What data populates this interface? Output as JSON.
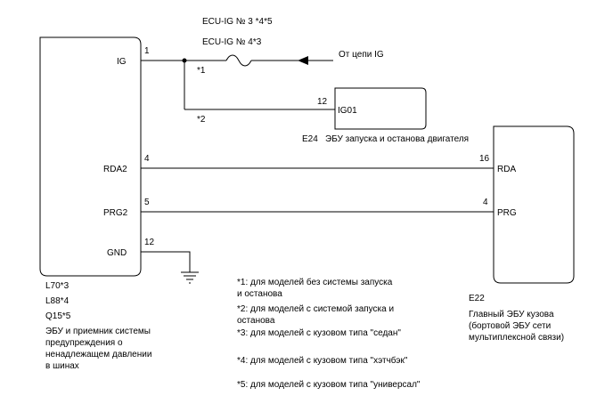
{
  "fuse": {
    "label_1": "ECU-IG № 3 *4*5",
    "label_2": "ECU-IG № 4*3"
  },
  "source": {
    "label": "От цепи IG"
  },
  "branch_marks": {
    "a": "*1",
    "b": "*2"
  },
  "ecu_tpms": {
    "pins": {
      "ig": {
        "name": "IG",
        "number": "1"
      },
      "rda2": {
        "name": "RDA2",
        "number": "4"
      },
      "prg2": {
        "name": "PRG2",
        "number": "5"
      },
      "gnd": {
        "name": "GND",
        "number": "12"
      }
    },
    "codes": [
      "L70*3",
      "L88*4",
      "Q15*5"
    ],
    "description": [
      "ЭБУ и приемник системы",
      "предупреждения о",
      "ненадлежащем давлении",
      "в шинах"
    ]
  },
  "ecu_engine": {
    "pin": {
      "name": "IG01",
      "number": "12"
    },
    "code": "E24",
    "description": "ЭБУ запуска и останова двигателя"
  },
  "ecu_body": {
    "pins": {
      "rda": {
        "name": "RDA",
        "number": "16"
      },
      "prg": {
        "name": "PRG",
        "number": "4"
      }
    },
    "code": "E22",
    "description": [
      "Главный ЭБУ кузова",
      "(бортовой ЭБУ сети",
      "мультиплексной связи)"
    ]
  },
  "notes": [
    [
      "*1: для моделей без системы запуска",
      "и останова"
    ],
    [
      "*2: для моделей с системой запуска и",
      "останова"
    ],
    [
      "*3: для моделей с кузовом типа \"седан\""
    ],
    [
      "*4: для моделей с кузовом типа \"хэтчбэк\""
    ],
    [
      "*5: для моделей с кузовом типа \"универсал\""
    ]
  ]
}
